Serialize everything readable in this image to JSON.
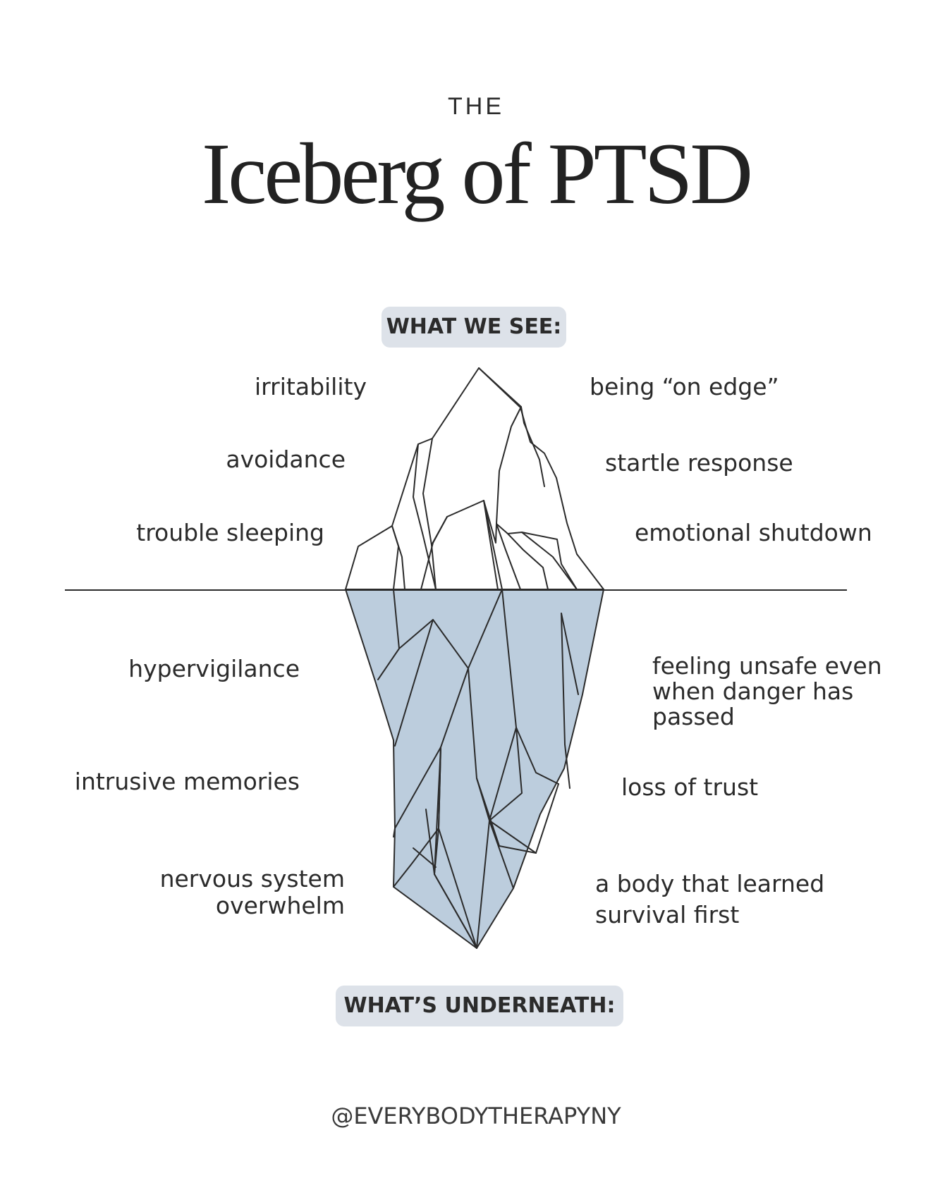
{
  "header": {
    "kicker": "THE",
    "title": "Iceberg of PTSD"
  },
  "sections": {
    "above": "WHAT WE SEE:",
    "below": "WHAT’S UNDERNEATH:"
  },
  "above_water": {
    "left": [
      "irritability",
      "avoidance",
      "trouble sleeping"
    ],
    "right": [
      "being “on edge”",
      "startle response",
      "emotional shutdown"
    ]
  },
  "below_water": {
    "left": [
      "hypervigilance",
      "intrusive memories",
      "nervous system",
      "overwhelm"
    ],
    "right": [
      "feeling unsafe even",
      "when danger has",
      "passed",
      "loss of trust",
      "a body that learned",
      "survival first"
    ]
  },
  "footer": {
    "handle": "@EVERYBODYTHERAPYNY"
  },
  "colors": {
    "ice_above": "#ffffff",
    "ice_below": "#bccddd",
    "outline": "#2b2b2b",
    "pill_bg": "#dde2e9"
  }
}
